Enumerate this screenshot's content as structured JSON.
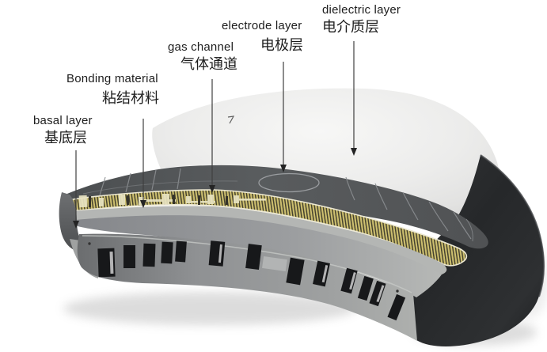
{
  "figure": {
    "background": "#ffffff",
    "kind": "3D cutaway layer diagram"
  },
  "labels": [
    {
      "id": "basal-layer",
      "en": "basal layer",
      "zh": "基底层"
    },
    {
      "id": "bonding-material",
      "en": "Bonding material",
      "zh": "粘结材料"
    },
    {
      "id": "gas-channel",
      "en": "gas channel",
      "zh": "气体通道"
    },
    {
      "id": "electrode-layer",
      "en": "electrode layer",
      "zh": "电极层"
    },
    {
      "id": "dielectric-layer",
      "en": "dielectric layer",
      "zh": "电介质层"
    }
  ],
  "colors": {
    "label_text": "#1d1d1d",
    "leader_line": "#3f3f3f",
    "dome_top": "#efefee",
    "dark_surface_band": "#55585a",
    "gold_electrode_band": "#cabc6e",
    "bonding_band": "#b4b6b4",
    "base_face": "#8a8c8c",
    "side_wall": "#2a2c2e",
    "slot": "#17181a"
  }
}
